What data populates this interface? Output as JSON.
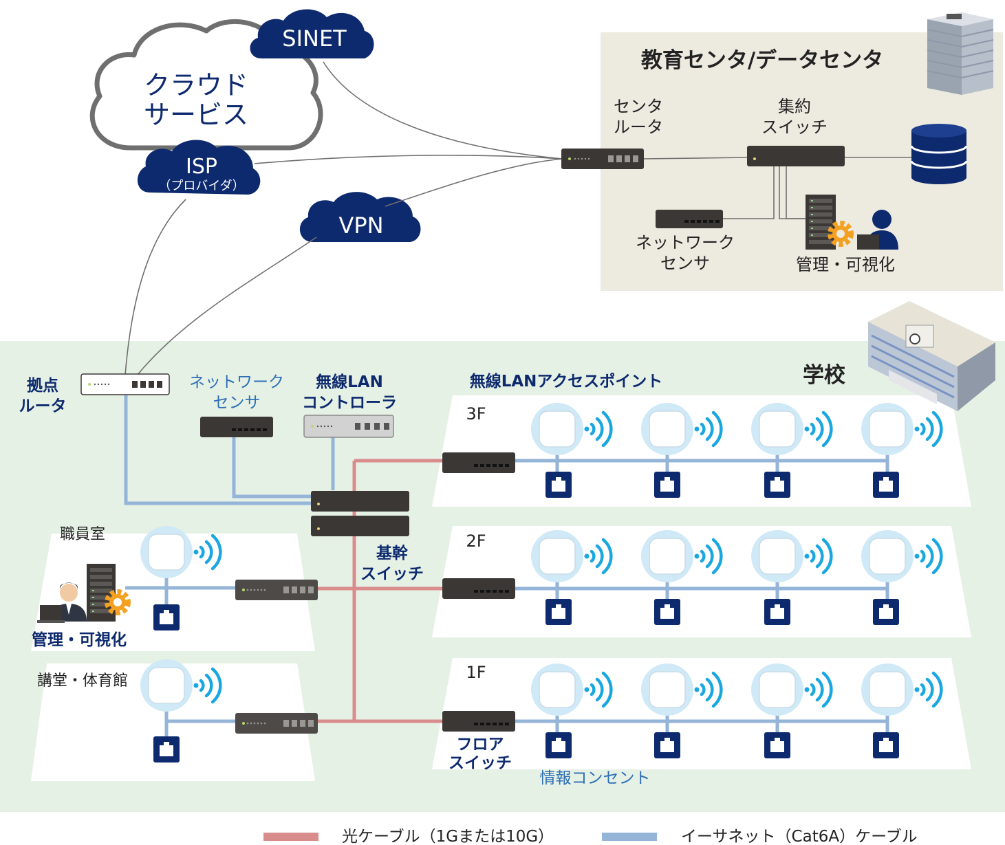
{
  "cloud": {
    "title_line1": "クラウド",
    "title_line2": "サービス",
    "sinet": "SINET",
    "isp": "ISP",
    "isp_sub": "（プロバイダ）",
    "vpn": "VPN"
  },
  "center": {
    "title": "教育センタ/データセンタ",
    "router_line1": "センタ",
    "router_line2": "ルータ",
    "switch_line1": "集約",
    "switch_line2": "スイッチ",
    "sensor_line1": "ネットワーク",
    "sensor_line2": "センサ",
    "mgmt": "管理・可視化"
  },
  "school": {
    "title": "学校",
    "router_line1": "拠点",
    "router_line2": "ルータ",
    "sensor_line1": "ネットワーク",
    "sensor_line2": "センサ",
    "controller_line1": "無線LAN",
    "controller_line2": "コントローラ",
    "ap_label": "無線LANアクセスポイント",
    "core_line1": "基幹",
    "core_line2": "スイッチ",
    "floor_switch_line1": "フロア",
    "floor_switch_line2": "スイッチ",
    "outlet_label": "情報コンセント",
    "floors": [
      "3F",
      "2F",
      "1F"
    ],
    "staff_room": "職員室",
    "staff_mgmt": "管理・可視化",
    "hall": "講堂・体育館"
  },
  "legend": {
    "fiber": "光ケーブル（1Gまたは10G）",
    "ethernet": "イーサネット（Cat6A）ケーブル"
  },
  "colors": {
    "fiber": "#d98c8c",
    "ethernet": "#94b4d8",
    "navy": "#0d2a6e",
    "center_bg": "#edeae0",
    "school_bg": "#e6f1e6",
    "wifi": "#1aa7e0"
  }
}
